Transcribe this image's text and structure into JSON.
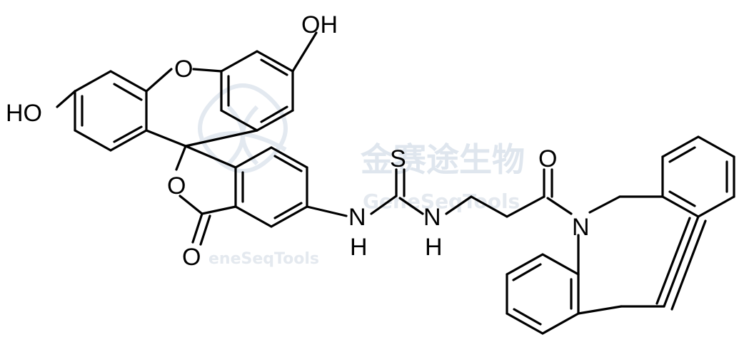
{
  "watermark": {
    "chinese": "金赛途生物",
    "english_main": "GeneSeqTools",
    "english_small": "eneSeqTools"
  },
  "atoms": {
    "hydroxyl_top": "OH",
    "hydroxyl_left": "HO",
    "xanthene_oxygen": "O",
    "lactone_oxygen": "O",
    "carbonyl_oxygen_lactone": "O",
    "thio_sulfur": "S",
    "amine_nh_left": "N",
    "amine_h_left": "H",
    "amine_nh_right": "N",
    "amine_h_right": "H",
    "amide_oxygen": "O",
    "amide_nitrogen": "N"
  }
}
